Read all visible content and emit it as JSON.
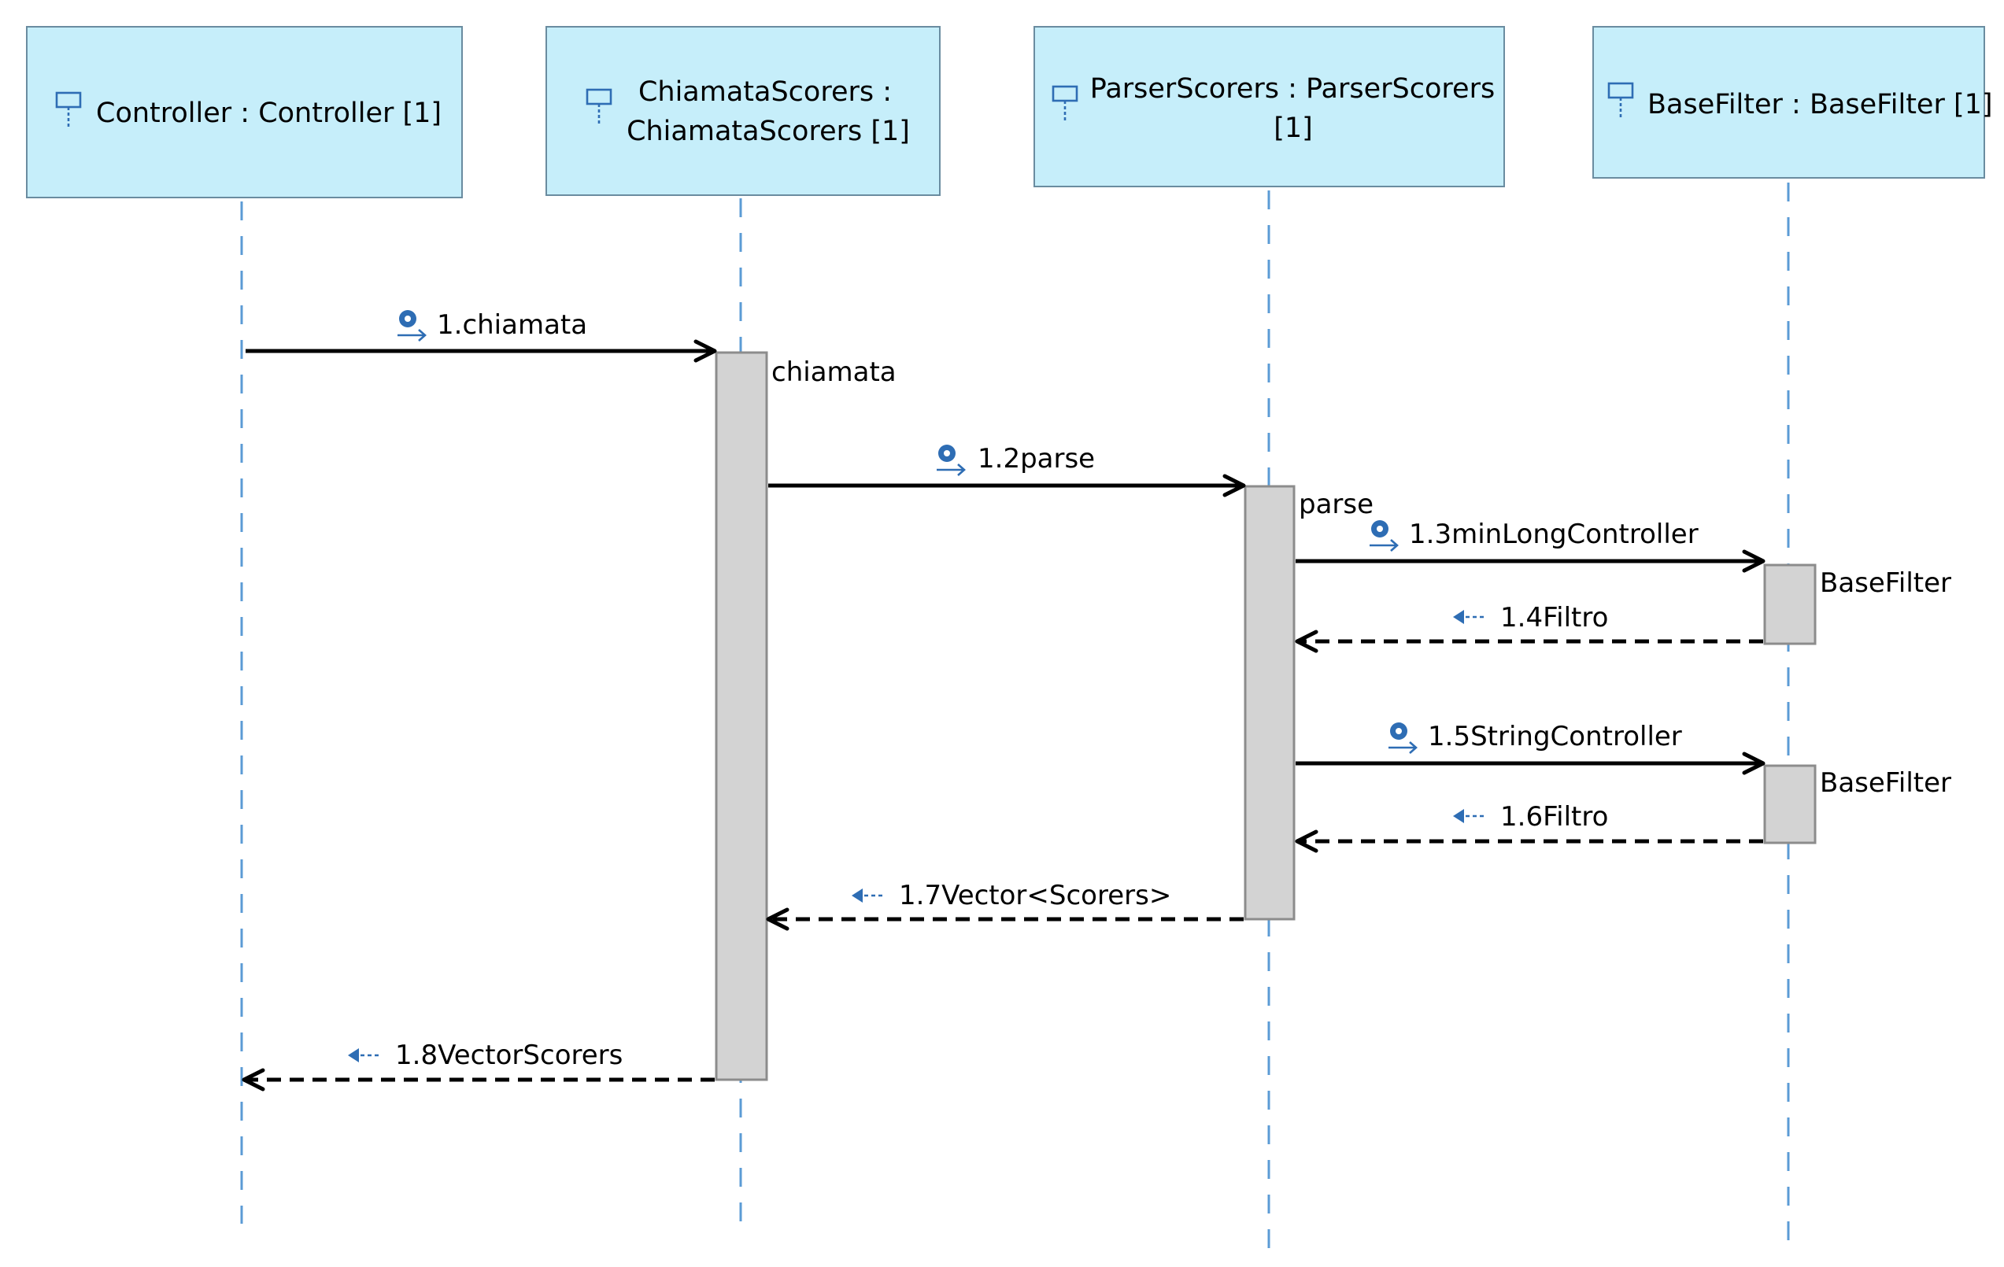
{
  "lifelines": [
    {
      "id": "controller",
      "line1": "Controller : Controller [1]",
      "line2": ""
    },
    {
      "id": "chiamata",
      "line1": "ChiamataScorers :",
      "line2": "ChiamataScorers [1]"
    },
    {
      "id": "parser",
      "line1": "ParserScorers : ParserScorers",
      "line2": "[1]"
    },
    {
      "id": "basefilter",
      "line1": "BaseFilter : BaseFilter [1]",
      "line2": ""
    }
  ],
  "activations": [
    {
      "name": "activation-chiamata",
      "label": "chiamata"
    },
    {
      "name": "activation-parse",
      "label": "parse"
    },
    {
      "name": "activation-basefilter-1",
      "label": "BaseFilter"
    },
    {
      "name": "activation-basefilter-2",
      "label": "BaseFilter"
    }
  ],
  "messages": [
    {
      "name": "message-1-chiamata",
      "kind": "call",
      "label": "1.chiamata"
    },
    {
      "name": "message-1-2-parse",
      "kind": "call",
      "label": "1.2parse"
    },
    {
      "name": "message-1-3-minlongcontroller",
      "kind": "call",
      "label": "1.3minLongController"
    },
    {
      "name": "message-1-4-filtro",
      "kind": "return",
      "label": "1.4Filtro"
    },
    {
      "name": "message-1-5-stringcontroller",
      "kind": "call",
      "label": "1.5StringController"
    },
    {
      "name": "message-1-6-filtro",
      "kind": "return",
      "label": "1.6Filtro"
    },
    {
      "name": "message-1-7-vector-scorers",
      "kind": "return",
      "label": "1.7Vector<Scorers>"
    },
    {
      "name": "message-1-8-vectorscorers",
      "kind": "return",
      "label": "1.8VectorScorers"
    }
  ],
  "colors": {
    "head_fill": "#c6eefa",
    "lifeline_dash": "#5b9bd5",
    "activation_fill": "#d3d3d3",
    "icon": "#2e6db4"
  },
  "icons": {
    "lifeline_head": "lifeline-icon",
    "call_message": "operation-call-icon",
    "return_message": "return-message-icon"
  }
}
